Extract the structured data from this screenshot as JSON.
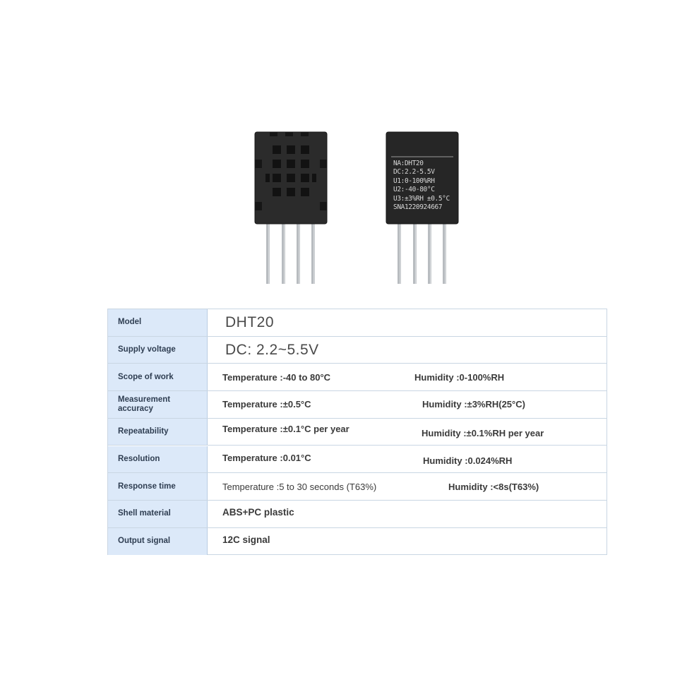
{
  "product": {
    "back_label_lines": [
      "NA:DHT20",
      "DC:2.2-5.5V",
      "U1:0-100%RH",
      "U2:-40-80°C",
      "U3:±3%RH ±0.5°C",
      "SNA1220924667"
    ]
  },
  "colors": {
    "sensor_body": "#2b2b2b",
    "sensor_grid": "#141414",
    "pin": "#b8bcc0",
    "label_bg": "#dce9f9",
    "table_border": "#c9d6e3"
  },
  "specs": [
    {
      "label": "Model",
      "value": "DHT20"
    },
    {
      "label": "Supply voltage",
      "value": "DC: 2.2~5.5V"
    },
    {
      "label": "Scope of work",
      "temperature": "Temperature :-40 to 80°C",
      "humidity": "Humidity :0-100%RH"
    },
    {
      "label": "Measurement accuracy",
      "temperature": "Temperature :±0.5°C",
      "humidity": "Humidity :±3%RH(25°C)"
    },
    {
      "label": "Repeatability",
      "temperature": "Temperature :±0.1°C per year",
      "humidity": "Humidity :±0.1%RH per year"
    },
    {
      "label": "Resolution",
      "temperature": "Temperature :0.01°C",
      "humidity": "Humidity :0.024%RH"
    },
    {
      "label": "Response time",
      "temperature": "Temperature :5 to 30 seconds (T63%)",
      "humidity": "Humidity :<8s(T63%)"
    },
    {
      "label": "Shell material",
      "value": "ABS+PC plastic"
    },
    {
      "label": "Output signal",
      "value": "12C signal"
    }
  ]
}
